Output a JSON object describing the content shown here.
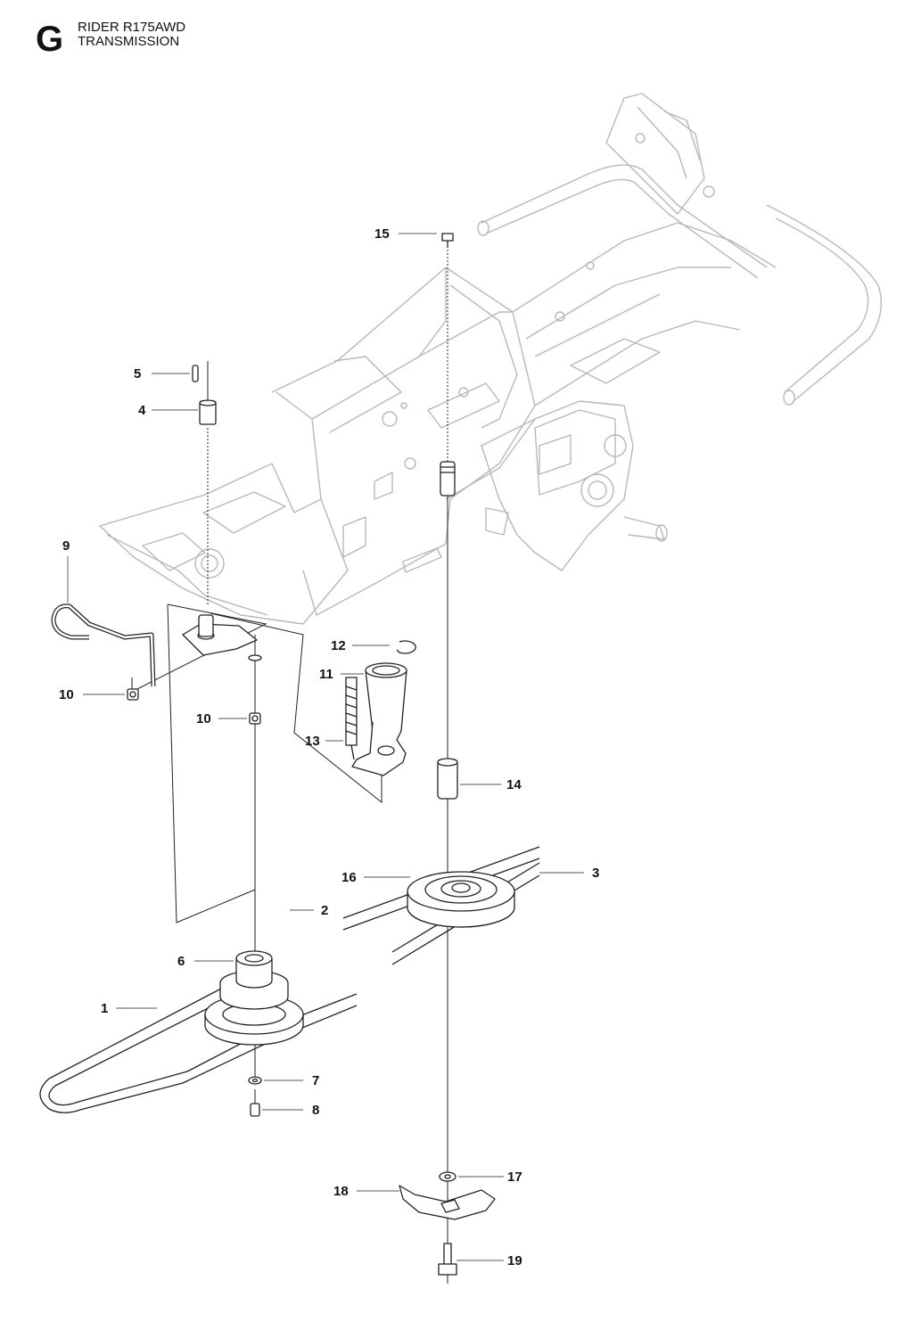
{
  "header": {
    "section_letter": "G",
    "model": "RIDER R175AWD",
    "section": "TRANSMISSION"
  },
  "callouts": [
    {
      "id": "1",
      "label": "1"
    },
    {
      "id": "2",
      "label": "2"
    },
    {
      "id": "3",
      "label": "3"
    },
    {
      "id": "4",
      "label": "4"
    },
    {
      "id": "5",
      "label": "5"
    },
    {
      "id": "6",
      "label": "6"
    },
    {
      "id": "7",
      "label": "7"
    },
    {
      "id": "8",
      "label": "8"
    },
    {
      "id": "9",
      "label": "9"
    },
    {
      "id": "10a",
      "label": "10"
    },
    {
      "id": "10b",
      "label": "10"
    },
    {
      "id": "11",
      "label": "11"
    },
    {
      "id": "12",
      "label": "12"
    },
    {
      "id": "13",
      "label": "13"
    },
    {
      "id": "14",
      "label": "14"
    },
    {
      "id": "15",
      "label": "15"
    },
    {
      "id": "16",
      "label": "16"
    },
    {
      "id": "17",
      "label": "17"
    },
    {
      "id": "18",
      "label": "18"
    },
    {
      "id": "19",
      "label": "19"
    }
  ]
}
